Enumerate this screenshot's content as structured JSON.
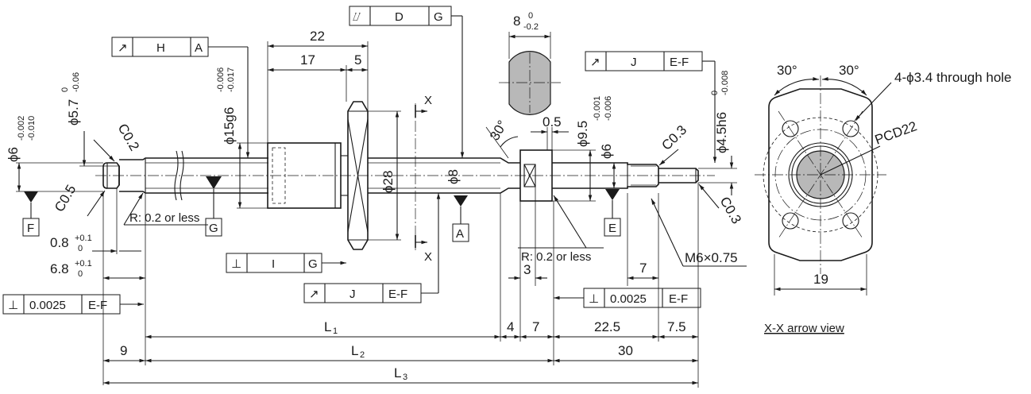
{
  "frames": {
    "h_a": {
      "sym": "↗",
      "tol": "H",
      "datum": "A"
    },
    "d_g": {
      "sym": "⌰",
      "tol": "D",
      "datum": "G"
    },
    "j_ef_top": {
      "sym": "↗",
      "tol": "J",
      "datum": "E-F"
    },
    "perp_left": {
      "sym": "⊥",
      "tol": "0.0025",
      "datum": "E-F"
    },
    "i_g": {
      "sym": "⊥",
      "tol": "I",
      "datum": "G"
    },
    "j_ef_mid": {
      "sym": "↗",
      "tol": "J",
      "datum": "E-F"
    },
    "perp_right": {
      "sym": "⊥",
      "tol": "0.0025",
      "datum": "E-F"
    }
  },
  "datums": {
    "f": "F",
    "g": "G",
    "a": "A",
    "e": "E"
  },
  "dims": {
    "d22": "22",
    "d17": "17",
    "d5": "5",
    "phi6": "ϕ6",
    "phi6_tol_up": "-0.002",
    "phi6_tol_lo": "-0.010",
    "phi57": "ϕ5.7",
    "phi57_tol_up": "0",
    "phi57_tol_lo": "-0.06",
    "c02": "C0.2",
    "c05": "C0.5",
    "phi15": "ϕ15g6",
    "phi15_tol_up": "-0.006",
    "phi15_tol_lo": "-0.017",
    "phi28": "ϕ28",
    "phi8": "ϕ8",
    "top8": "8",
    "top8_tol_up": "0",
    "top8_tol_lo": "-0.2",
    "ang30": "30°",
    "d05": "0.5",
    "phi95": "ϕ9.5",
    "phi6b": "ϕ6",
    "phi6b_tol_up": "-0.001",
    "phi6b_tol_lo": "-0.006",
    "c03a": "C0.3",
    "phi45": "ϕ4.5h6",
    "phi45_tol_up": "0",
    "phi45_tol_lo": "-0.008",
    "c03b": "C0.3",
    "m6": "M6×0.75",
    "r02a": "R: 0.2 or less",
    "r02b": "R: 0.2 or less",
    "d08": "0.8",
    "d08_tol_up": "+0.1",
    "d08_tol_lo": "0",
    "d68": "6.8",
    "d68_tol_up": "+0.1",
    "d68_tol_lo": "0",
    "d3": "3",
    "d7a": "7",
    "d4": "4",
    "d7b": "7",
    "d225": "22.5",
    "d75": "7.5",
    "d9": "9",
    "d30": "30",
    "l1": "L",
    "l1_sub": "1",
    "l2": "L",
    "l2_sub": "2",
    "l3": "L",
    "l3_sub": "3",
    "x_top": "X",
    "x_bot": "X"
  },
  "flange": {
    "ang30a": "30°",
    "ang30b": "30°",
    "holes": "4-ϕ3.4 through hole",
    "pcd": "PCD22",
    "w19": "19",
    "caption": "X-X arrow view"
  }
}
